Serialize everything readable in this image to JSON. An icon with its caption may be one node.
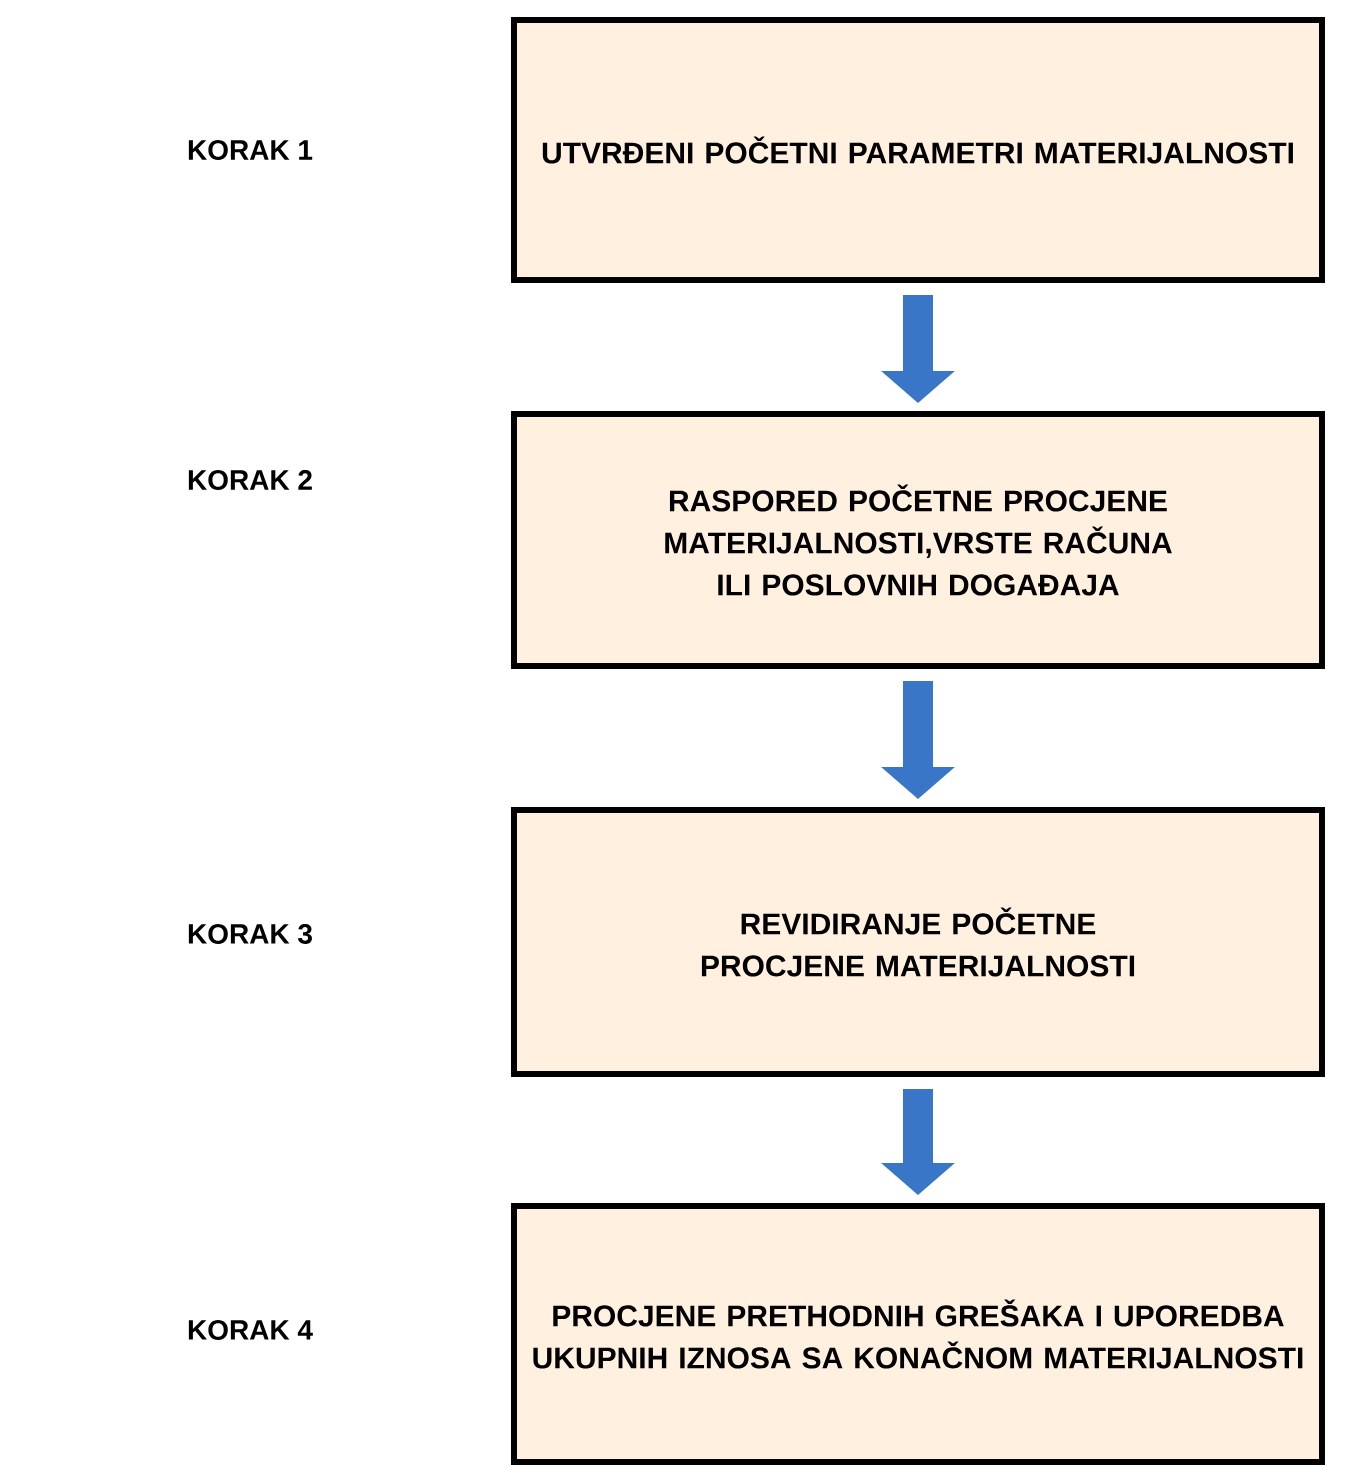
{
  "diagram": {
    "nodes": [
      {
        "text": [
          "UTVRĐENI POČETNI PARAMETRI MATERIJALNOSTI"
        ]
      },
      {
        "text": [
          "RASPORED POČETNE PROCJENE MATERIJALNOSTI,VRSTE RAČUNA ILI POSLOVNIH DOGAĐAJA"
        ]
      },
      {
        "text": [
          "REVIDIRANJE POČETNE PROCJENE MATERIJALNOSTI"
        ]
      },
      {
        "text": [
          "PROCJENE PRETHODNIH GREŠAKA I UPOREDBA UKUPNIH IZNOSA SA KONAČNOM MATERIJALNOSTI"
        ]
      }
    ],
    "edges": [
      {
        "from": 0,
        "to": 1,
        "arrow": "to"
      },
      {
        "from": 1,
        "to": 2,
        "arrow": "to"
      },
      {
        "from": 2,
        "to": 3,
        "arrow": "to"
      }
    ],
    "labels": [
      "KORAK 1",
      "KORAK 2",
      "KORAK 3",
      "KORAK 4"
    ]
  }
}
